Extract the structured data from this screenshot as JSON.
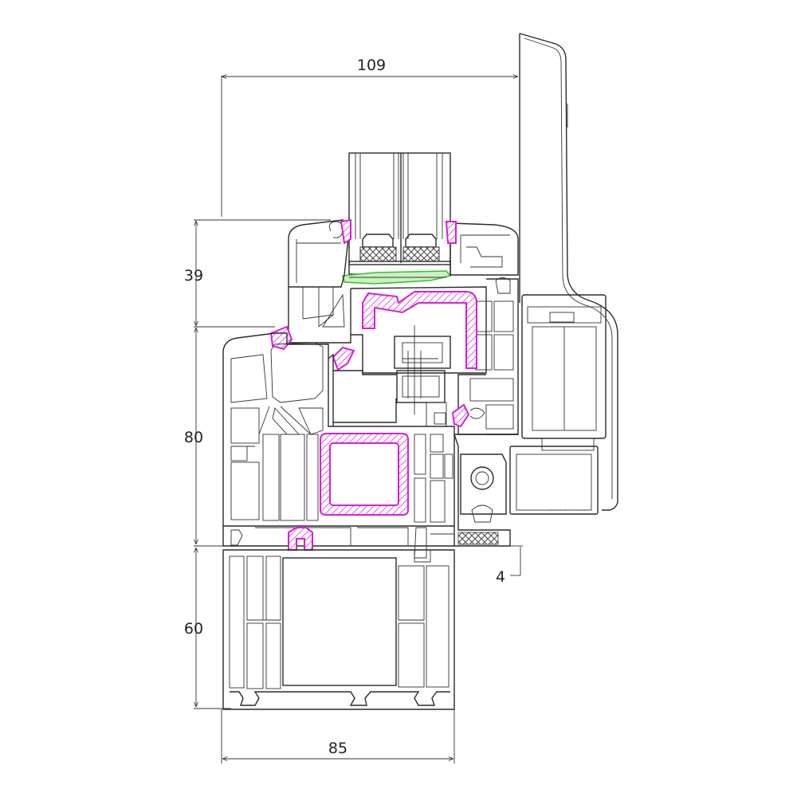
{
  "dimensions": {
    "total_width": "109",
    "sash_height": "39",
    "frame_upper_height": "80",
    "frame_lower_height": "60",
    "frame_depth": "85",
    "offset": "4"
  },
  "colors": {
    "outline": "#2a2a2a",
    "reinforcement": "#d61fd6",
    "glazing_seal": "#3cbf2f",
    "background": "#ffffff"
  }
}
